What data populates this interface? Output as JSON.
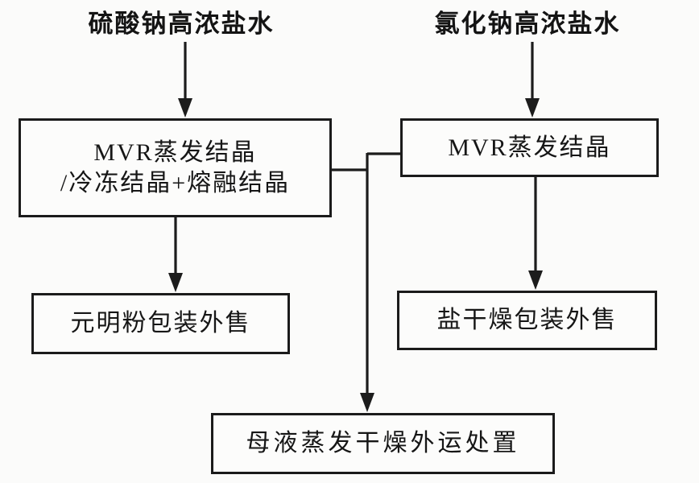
{
  "flowchart": {
    "inputs": {
      "left": "硫酸钠高浓盐水",
      "right": "氯化钠高浓盐水"
    },
    "processes": {
      "left_line1": "MVR蒸发结晶",
      "left_line2": "/冷冻结晶+熔融结晶",
      "right": "MVR蒸发结晶"
    },
    "outputs": {
      "left": "元明粉包装外售",
      "right": "盐干燥包装外售",
      "bottom": "母液蒸发干燥外运处置"
    },
    "colors": {
      "line": "#1c1c1c",
      "text": "#161616",
      "background": "#fbfbfa"
    }
  }
}
